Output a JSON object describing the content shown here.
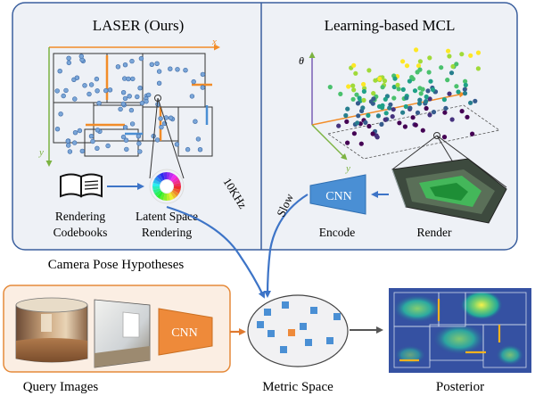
{
  "panels": {
    "laser_title": "LASER (Ours)",
    "mcl_title": "Learning-based MCL",
    "hypotheses_label": "Camera Pose Hypotheses"
  },
  "laser": {
    "codebook_label_1": "Rendering",
    "codebook_label_2": "Codebooks",
    "latent_label_1": "Latent Space",
    "latent_label_2": "Rendering",
    "speed_label": "10KHz",
    "axis_x": "x",
    "axis_y": "y"
  },
  "mcl": {
    "cnn_label": "CNN",
    "encode_label": "Encode",
    "render_label": "Render",
    "speed_label": "Slow",
    "axis_theta": "θ",
    "axis_x": "x",
    "axis_y": "y"
  },
  "bottom": {
    "query_label": "Query Images",
    "cnn_label": "CNN",
    "metric_label": "Metric Space",
    "posterior_label": "Posterior"
  },
  "colors": {
    "panel_border": "#3a5f9e",
    "panel_fill": "#eef1f6",
    "query_border": "#e58a3a",
    "query_fill": "#fbeee3",
    "cnn_blue": "#4a8fd4",
    "cnn_orange": "#ee8a3a",
    "arrow_blue": "#3d74c7",
    "arrow_orange": "#e07a30",
    "arrow_gray": "#555555",
    "accent_orange": "#f28c28",
    "accent_green": "#7cb342"
  }
}
